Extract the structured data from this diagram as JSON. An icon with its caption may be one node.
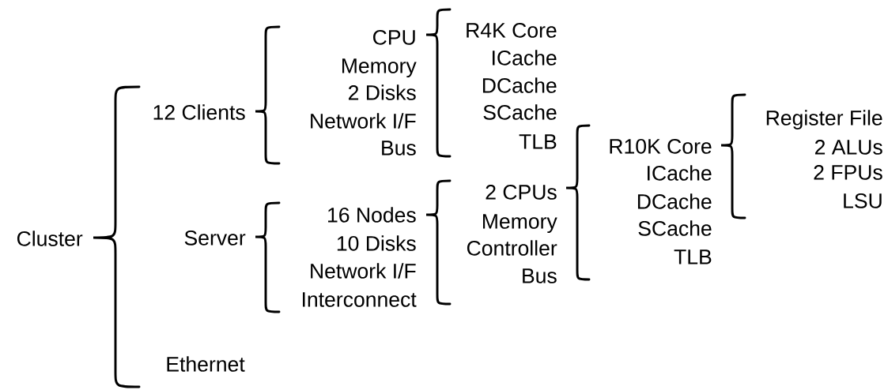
{
  "diagram": {
    "labels": [
      "Cluster",
      "12 Clients",
      "Server",
      "Ethernet",
      "CPU",
      "Memory",
      "2 Disks",
      "Network I/F",
      "Bus",
      "16 Nodes",
      "10 Disks",
      "Network I/F",
      "Interconnect",
      "R4K Core",
      "ICache",
      "DCache",
      "SCache",
      "TLB",
      "2 CPUs",
      "Memory",
      "Controller",
      "Bus",
      "R10K Core",
      "ICache",
      "DCache",
      "SCache",
      "TLB",
      "Register File",
      "2 ALUs",
      "2 FPUs",
      "LSU"
    ]
  }
}
